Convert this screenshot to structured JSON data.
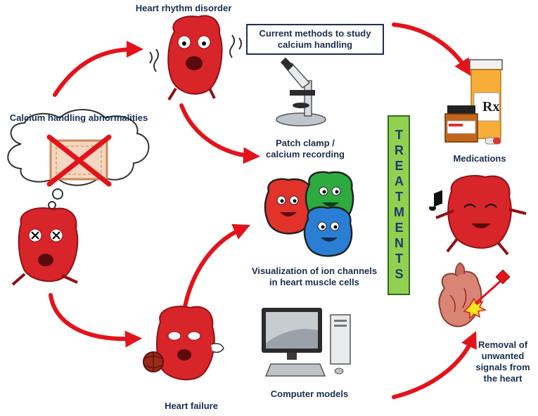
{
  "labels": {
    "heart_rhythm_disorder": "Heart rhythm disorder",
    "current_methods_line1": "Current methods to study",
    "current_methods_line2": "calcium handling",
    "calcium_handling": "Calcium handling abnormalities",
    "patch_clamp_line1": "Patch clamp /",
    "patch_clamp_line2": "calcium recording",
    "visualization_line1": "Visualization of ion channels",
    "visualization_line2": "in heart muscle cells",
    "computer_models": "Computer models",
    "heart_failure": "Heart failure",
    "medications": "Medications",
    "removal_line1": "Removal of",
    "removal_line2": "unwanted",
    "removal_line3": "signals from",
    "removal_line4": "the heart",
    "treatments": "TREATMENTS",
    "rx": "Rx"
  },
  "colors": {
    "arrow": "#e3131b",
    "heart": "#d8252a",
    "heart_dark": "#8e1116",
    "text": "#1a2e4f",
    "treatments_bg": "#92d050",
    "channel_red": "#e2332b",
    "channel_green": "#2dab3f",
    "channel_blue": "#2a7fd4"
  },
  "icons": [
    "microscope-icon",
    "pill-bottle-icon",
    "computer-icon",
    "heart-organ-icon",
    "ion-channels-icon",
    "thought-cloud-icon"
  ]
}
